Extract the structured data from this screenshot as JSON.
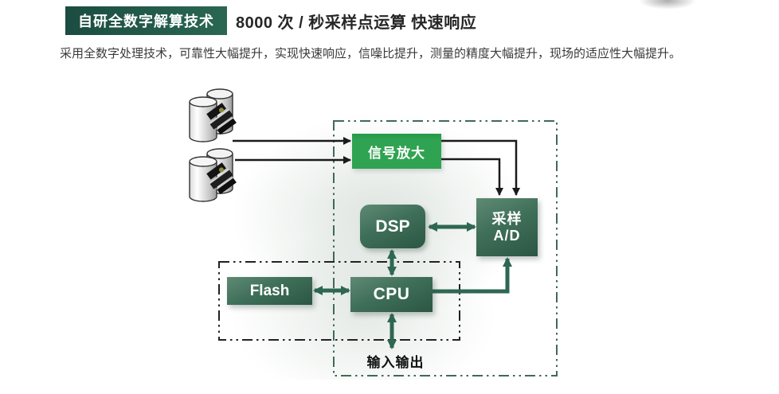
{
  "header": {
    "badge": "自研全数字解算技术",
    "title": "8000 次 / 秒采样点运算 快速响应"
  },
  "description": "采用全数字处理技术，可靠性大幅提升，实现快速响应，信噪比提升，测量的精度大幅提升，现场的适应性大幅提升。",
  "diagram": {
    "nodes": {
      "signal_amp": "信号放大",
      "dsp": "DSP",
      "sampling_line1": "采样",
      "sampling_line2": "A/D",
      "cpu": "CPU",
      "flash": "Flash",
      "io_label": "输入输出"
    },
    "icons": {
      "sensor_top": "clamp-on-pipe-sensor-icon",
      "sensor_bottom": "clamp-on-pipe-sensor-icon"
    },
    "colors": {
      "badge_gradient_start": "#1b4c41",
      "badge_gradient_end": "#2a6752",
      "bright_green": "#2fa351",
      "node_green_light": "#5f8a74",
      "node_green_dark": "#2b5643",
      "arrow_green": "#2e6753",
      "arrow_black": "#1a1a1a",
      "outer_dash_border": "#41695a",
      "inner_dash_border": "#222222"
    }
  }
}
